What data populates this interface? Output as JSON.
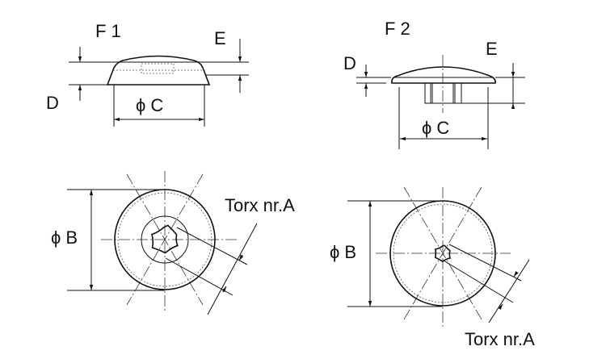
{
  "f1": {
    "title": "F 1",
    "d": "D",
    "e": "E",
    "c": "ϕ C",
    "b": "ϕ B",
    "torx": "Torx nr.A"
  },
  "f2": {
    "title": "F 2",
    "d": "D",
    "e": "E",
    "c": "ϕ C",
    "b": "ϕ B",
    "torx": "Torx nr.A"
  }
}
